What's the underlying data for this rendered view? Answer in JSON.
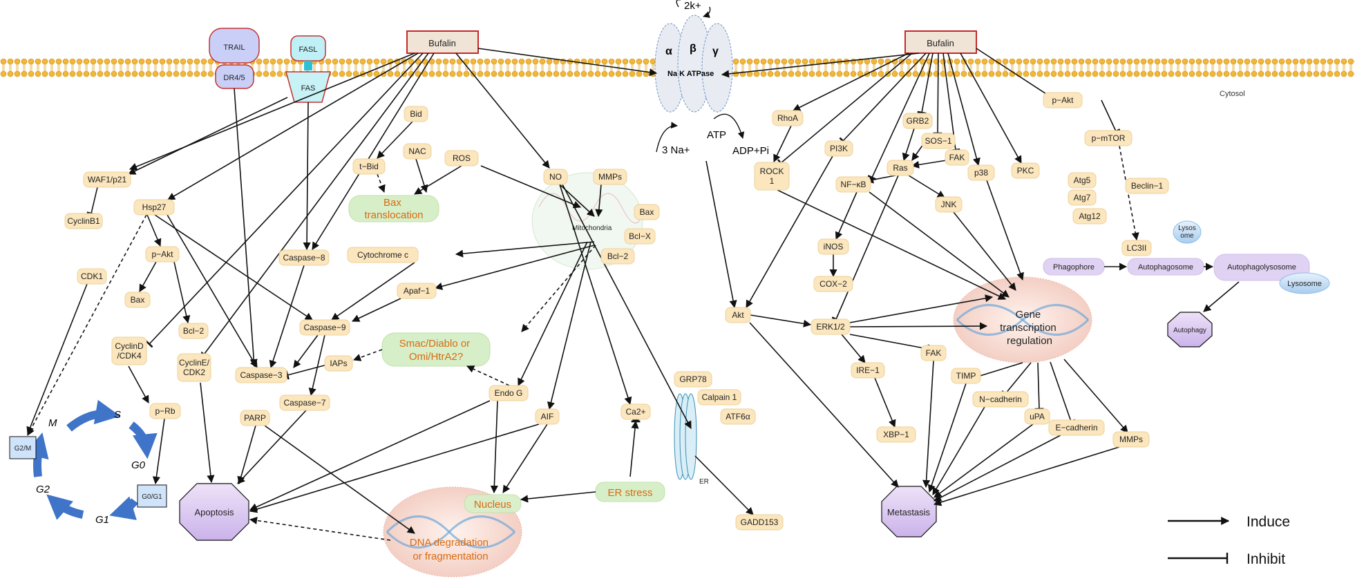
{
  "labels": {
    "cytosol": "Cytosol",
    "nak_atpase": "Na K ATPase",
    "alpha": "α",
    "beta": "β",
    "gamma": "γ",
    "two_k": "2k+",
    "three_na": "3 Na+",
    "atp": "ATP",
    "adp": "ADP+Pi",
    "er": "ER",
    "mitochondria": "Mitochondria",
    "legend_induce": "Induce",
    "legend_inhibit": "Inhibit",
    "cycle_m": "M",
    "cycle_s": "S",
    "cycle_g0": "G0",
    "cycle_g1": "G1",
    "cycle_g2": "G2"
  },
  "receptors": {
    "trail": "TRAIL",
    "dr45": "DR4/5",
    "fasl": "FASL",
    "fas": "FAS"
  },
  "bufalin": {
    "left": "Bufalin",
    "right": "Bufalin"
  },
  "nodes": {
    "waf1": "WAF1/p21",
    "cyclinb1": "CyclinB1",
    "hsp27": "Hsp27",
    "pakt_left": "p−Akt",
    "bax_left": "Bax",
    "cdk1": "CDK1",
    "bcl2_left": "Bcl−2",
    "cyclind": "CyclinD\n/CDK4",
    "cycline": "CyclinE/\nCDK2",
    "prb": "p−Rb",
    "caspase8": "Caspase−8",
    "caspase9": "Caspase−9",
    "caspase3": "Caspase−3",
    "caspase7": "Caspase−7",
    "parp": "PARP",
    "iaps": "IAPs",
    "bid": "Bid",
    "tbid": "t−Bid",
    "nac": "NAC",
    "ros": "ROS",
    "no": "NO",
    "mmps_mito": "MMPs",
    "bax_mito": "Bax",
    "bclx": "Bcl−X",
    "bcl2_mito": "Bcl−2",
    "cytochrome": "Cytochrome c",
    "apaf1": "Apaf−1",
    "endog": "Endo G",
    "aif": "AIF",
    "ca2": "Ca2+",
    "grp78": "GRP78",
    "calpain": "Calpain 1",
    "atf6": "ATF6α",
    "gadd153": "GADD153",
    "rhoa": "RhoA",
    "rock1": "ROCK\n1",
    "pi3k": "PI3K",
    "grb2": "GRB2",
    "sos1": "SOS−1",
    "fak_top": "FAK",
    "ras": "Ras",
    "p38": "p38",
    "pkc": "PKC",
    "nfkb": "NF−κB",
    "jnk": "JNK",
    "inos": "iNOS",
    "cox2": "COX−2",
    "akt": "Akt",
    "erk": "ERK1/2",
    "ire1": "IRE−1",
    "xbp1": "XBP−1",
    "fak_bottom": "FAK",
    "timp": "TIMP",
    "ncadherin": "N−cadherin",
    "upa": "uPA",
    "ecadherin": "E−cadherin",
    "mmps_right": "MMPs",
    "pakt_right": "p−Akt",
    "pmtor": "p−mTOR",
    "atg5": "Atg5",
    "atg7": "Atg7",
    "atg12": "Atg12",
    "beclin1": "Beclin−1",
    "lc3ii": "LC3II"
  },
  "green_labels": {
    "bax_translocation": "Bax\ntranslocation",
    "smac": "Smac/Diablo or\nOmi/HtrA2?",
    "er_stress": "ER stress",
    "nucleus": "Nucleus"
  },
  "octagons": {
    "apoptosis": "Apoptosis",
    "metastasis": "Metastasis",
    "autophagy": "Autophagy"
  },
  "autophagy_labels": {
    "phagophore": "Phagophore",
    "autophagosome": "Autophagosome",
    "autophagolysosome": "Autophagolysosome",
    "lysosome_small": "Lysos\nome",
    "lysosome": "Lysosome"
  },
  "dna_labels": {
    "dna_degradation": "DNA degradation\nor fragmentation",
    "gene_transcription": "Gene\ntranscription\nregulation"
  },
  "cell_cycle": {
    "g2m": "G2/M",
    "g0g1": "G0/G1"
  }
}
